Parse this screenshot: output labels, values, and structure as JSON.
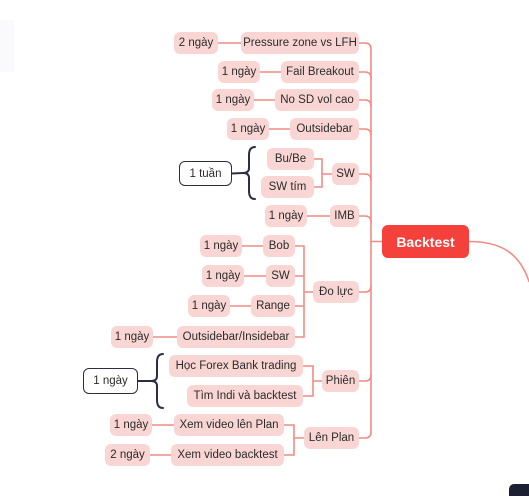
{
  "root": {
    "label": "Backtest"
  },
  "colors": {
    "root": "#f4413b",
    "topic": "#f9d6d4",
    "connector": "#f08c84",
    "bracket": "#2a2f45"
  },
  "branches": {
    "pressure": {
      "label": "Pressure zone vs LFH",
      "duration": "2 ngày"
    },
    "fail_breakout": {
      "label": "Fail Breakout",
      "duration": "1 ngày"
    },
    "no_sd": {
      "label": "No SD vol cao",
      "duration": "1 ngày"
    },
    "outsidebar": {
      "label": "Outsidebar",
      "duration": "1 ngày"
    },
    "sw": {
      "label": "SW",
      "children": [
        "Bu/Be",
        "SW tím"
      ],
      "group_note": "1 tuần"
    },
    "imb": {
      "label": "IMB",
      "duration": "1 ngày"
    },
    "do_luc": {
      "label": "Đo lực",
      "children": [
        {
          "label": "Bob",
          "duration": "1 ngày"
        },
        {
          "label": "SW",
          "duration": "1 ngày"
        },
        {
          "label": "Range",
          "duration": "1 ngày"
        },
        {
          "label": "Outsidebar/Insidebar",
          "duration": "1 ngày"
        }
      ]
    },
    "phien": {
      "label": "Phiên",
      "children": [
        "Học Forex Bank trading",
        "Tìm Indi và backtest"
      ],
      "group_note": "1 ngày"
    },
    "len_plan": {
      "label": "Lên Plan",
      "children": [
        {
          "label": "Xem video lên Plan",
          "duration": "1 ngày"
        },
        {
          "label": "Xem video backtest",
          "duration": "2 ngày"
        }
      ]
    }
  }
}
